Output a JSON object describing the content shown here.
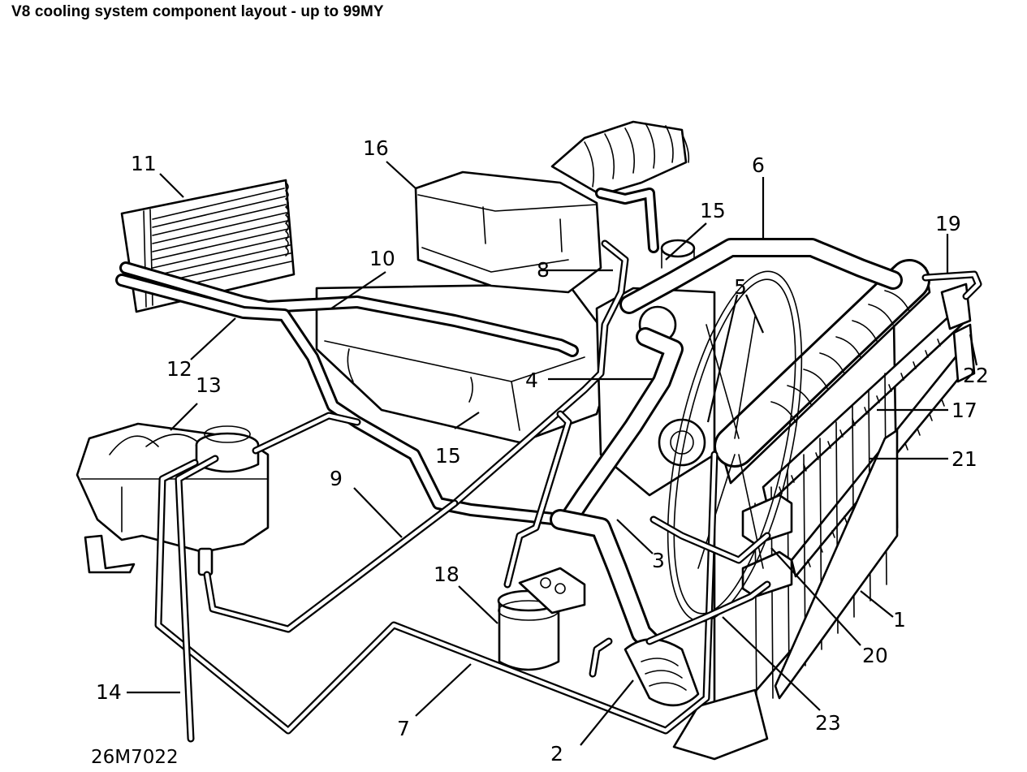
{
  "title": "V8 cooling system component layout - up to 99MY",
  "figure_ref": "26M7022",
  "callouts": [
    {
      "id": "1",
      "label": "1"
    },
    {
      "id": "2",
      "label": "2"
    },
    {
      "id": "3",
      "label": "3"
    },
    {
      "id": "4",
      "label": "4"
    },
    {
      "id": "5",
      "label": "5"
    },
    {
      "id": "6",
      "label": "6"
    },
    {
      "id": "7",
      "label": "7"
    },
    {
      "id": "8",
      "label": "8"
    },
    {
      "id": "9",
      "label": "9"
    },
    {
      "id": "10",
      "label": "10"
    },
    {
      "id": "11",
      "label": "11"
    },
    {
      "id": "12",
      "label": "12"
    },
    {
      "id": "13",
      "label": "13"
    },
    {
      "id": "14",
      "label": "14"
    },
    {
      "id": "15a",
      "label": "15"
    },
    {
      "id": "15b",
      "label": "15"
    },
    {
      "id": "16",
      "label": "16"
    },
    {
      "id": "17",
      "label": "17"
    },
    {
      "id": "18",
      "label": "18"
    },
    {
      "id": "19",
      "label": "19"
    },
    {
      "id": "20",
      "label": "20"
    },
    {
      "id": "21",
      "label": "21"
    },
    {
      "id": "22",
      "label": "22"
    },
    {
      "id": "23",
      "label": "23"
    }
  ],
  "components": {
    "heater_matrix": "heater-matrix",
    "expansion_tank": "expansion-tank",
    "engine": "engine-block",
    "radiator": "radiator",
    "fan": "viscous-fan",
    "oil_filter": "oil-filter"
  }
}
